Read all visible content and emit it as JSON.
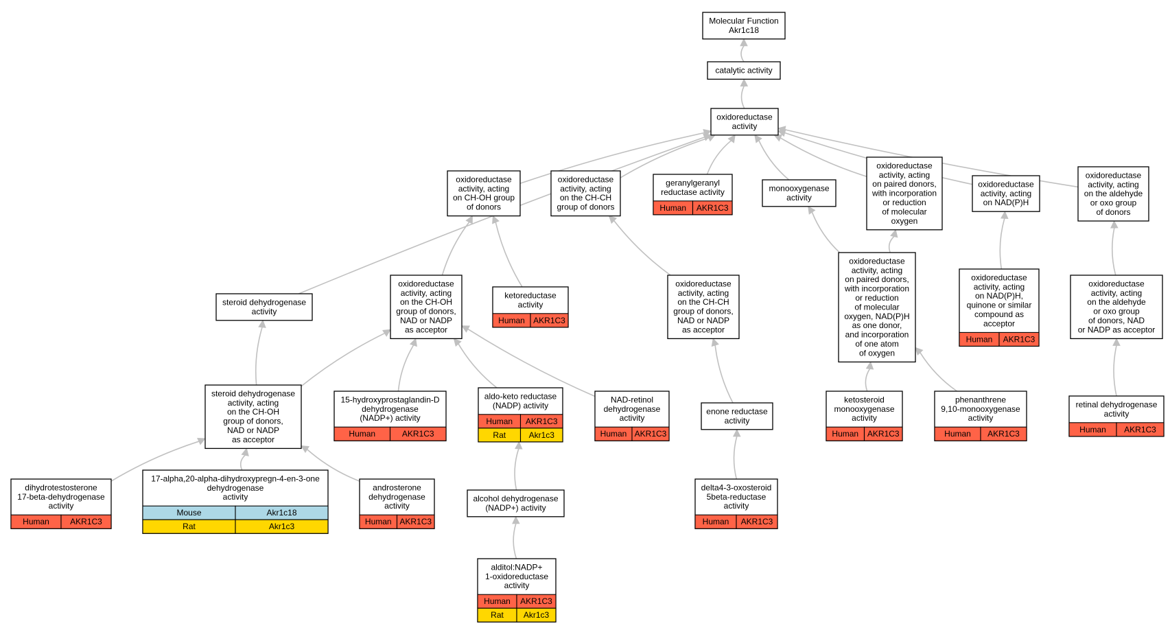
{
  "colors": {
    "Human": "#ff6347",
    "Rat": "#ffd700",
    "Mouse": "#add8e6",
    "edge": "#c0c0c0"
  },
  "nodes": {
    "root": {
      "lines": [
        "Molecular Function",
        "Akr1c18"
      ]
    },
    "catalytic": {
      "lines": [
        "catalytic activity"
      ]
    },
    "oxido": {
      "lines": [
        "oxidoreductase",
        "activity"
      ]
    },
    "choh": {
      "lines": [
        "oxidoreductase",
        "activity, acting",
        "on CH-OH group",
        "of donors"
      ]
    },
    "chch": {
      "lines": [
        "oxidoreductase",
        "activity, acting",
        "on the CH-CH",
        "group of donors"
      ]
    },
    "gg": {
      "lines": [
        "geranylgeranyl",
        "reductase activity"
      ],
      "species": [
        [
          "Human",
          "AKR1C3"
        ]
      ]
    },
    "mono": {
      "lines": [
        "monooxygenase",
        "activity"
      ]
    },
    "paired": {
      "lines": [
        "oxidoreductase",
        "activity, acting",
        "on paired donors,",
        "with incorporation",
        "or reduction",
        "of molecular",
        "oxygen"
      ]
    },
    "nadph": {
      "lines": [
        "oxidoreductase",
        "activity, acting",
        "on NAD(P)H"
      ]
    },
    "aldehyde": {
      "lines": [
        "oxidoreductase",
        "activity, acting",
        "on the aldehyde",
        "or oxo group",
        "of donors"
      ]
    },
    "steroid_dh": {
      "lines": [
        "steroid dehydrogenase",
        "activity"
      ]
    },
    "choh_nad": {
      "lines": [
        "oxidoreductase",
        "activity, acting",
        "on the CH-OH",
        "group of donors,",
        "NAD or NADP",
        "as acceptor"
      ]
    },
    "keto": {
      "lines": [
        "ketoreductase",
        "activity"
      ],
      "species": [
        [
          "Human",
          "AKR1C3"
        ]
      ]
    },
    "chch_nad": {
      "lines": [
        "oxidoreductase",
        "activity, acting",
        "on the CH-CH",
        "group of donors,",
        "NAD or NADP",
        "as acceptor"
      ]
    },
    "paired_nad": {
      "lines": [
        "oxidoreductase",
        "activity, acting",
        "on paired donors,",
        "with incorporation",
        "or reduction",
        "of molecular",
        "oxygen, NAD(P)H",
        "as one donor,",
        "and incorporation",
        "of one atom",
        "of oxygen"
      ]
    },
    "nadph_quin": {
      "lines": [
        "oxidoreductase",
        "activity, acting",
        "on NAD(P)H,",
        "quinone or similar",
        "compound as",
        "acceptor"
      ],
      "species": [
        [
          "Human",
          "AKR1C3"
        ]
      ]
    },
    "ald_nad": {
      "lines": [
        "oxidoreductase",
        "activity, acting",
        "on the aldehyde",
        "or oxo group",
        "of donors, NAD",
        "or NADP as acceptor"
      ]
    },
    "steroid_choh": {
      "lines": [
        "steroid dehydrogenase",
        "activity, acting",
        "on the CH-OH",
        "group of donors,",
        "NAD or NADP",
        "as acceptor"
      ]
    },
    "pgd": {
      "lines": [
        "15-hydroxyprostaglandin-D",
        "dehydrogenase",
        "(NADP+) activity"
      ],
      "species": [
        [
          "Human",
          "AKR1C3"
        ]
      ]
    },
    "akr": {
      "lines": [
        "aldo-keto reductase",
        "(NADP) activity"
      ],
      "species": [
        [
          "Human",
          "AKR1C3"
        ],
        [
          "Rat",
          "Akr1c3"
        ]
      ]
    },
    "retinol": {
      "lines": [
        "NAD-retinol",
        "dehydrogenase",
        "activity"
      ],
      "species": [
        [
          "Human",
          "AKR1C3"
        ]
      ]
    },
    "enone": {
      "lines": [
        "enone reductase",
        "activity"
      ]
    },
    "ketosteroid": {
      "lines": [
        "ketosteroid",
        "monooxygenase",
        "activity"
      ],
      "species": [
        [
          "Human",
          "AKR1C3"
        ]
      ]
    },
    "phen": {
      "lines": [
        "phenanthrene",
        "9,10-monooxygenase",
        "activity"
      ],
      "species": [
        [
          "Human",
          "AKR1C3"
        ]
      ]
    },
    "retinal": {
      "lines": [
        "retinal dehydrogenase",
        "activity"
      ],
      "species": [
        [
          "Human",
          "AKR1C3"
        ]
      ]
    },
    "dht": {
      "lines": [
        "dihydrotestosterone",
        "17-beta-dehydrogenase",
        "activity"
      ],
      "species": [
        [
          "Human",
          "AKR1C3"
        ]
      ]
    },
    "preg": {
      "lines": [
        "17-alpha,20-alpha-dihydroxypregn-4-en-3-one",
        "dehydrogenase",
        "activity"
      ],
      "species": [
        [
          "Mouse",
          "Akr1c18"
        ],
        [
          "Rat",
          "Akr1c3"
        ]
      ]
    },
    "andro": {
      "lines": [
        "androsterone",
        "dehydrogenase",
        "activity"
      ],
      "species": [
        [
          "Human",
          "AKR1C3"
        ]
      ]
    },
    "alcohol": {
      "lines": [
        "alcohol dehydrogenase",
        "(NADP+) activity"
      ]
    },
    "delta4": {
      "lines": [
        "delta4-3-oxosteroid",
        "5beta-reductase",
        "activity"
      ],
      "species": [
        [
          "Human",
          "AKR1C3"
        ]
      ]
    },
    "alditol": {
      "lines": [
        "alditol:NADP+",
        "1-oxidoreductase",
        "activity"
      ],
      "species": [
        [
          "Human",
          "AKR1C3"
        ],
        [
          "Rat",
          "Akr1c3"
        ]
      ]
    }
  },
  "edges": [
    [
      "catalytic",
      "root"
    ],
    [
      "oxido",
      "catalytic"
    ],
    [
      "choh",
      "oxido"
    ],
    [
      "chch",
      "oxido"
    ],
    [
      "gg",
      "oxido"
    ],
    [
      "mono",
      "oxido"
    ],
    [
      "paired",
      "oxido"
    ],
    [
      "nadph",
      "oxido"
    ],
    [
      "aldehyde",
      "oxido"
    ],
    [
      "steroid_dh",
      "oxido"
    ],
    [
      "choh_nad",
      "choh"
    ],
    [
      "keto",
      "choh"
    ],
    [
      "chch_nad",
      "chch"
    ],
    [
      "paired_nad",
      "mono"
    ],
    [
      "paired_nad",
      "paired"
    ],
    [
      "nadph_quin",
      "nadph"
    ],
    [
      "ald_nad",
      "aldehyde"
    ],
    [
      "steroid_choh",
      "steroid_dh"
    ],
    [
      "steroid_choh",
      "choh_nad"
    ],
    [
      "pgd",
      "choh_nad"
    ],
    [
      "akr",
      "choh_nad"
    ],
    [
      "retinol",
      "choh_nad"
    ],
    [
      "enone",
      "chch_nad"
    ],
    [
      "ketosteroid",
      "paired_nad"
    ],
    [
      "phen",
      "paired_nad"
    ],
    [
      "retinal",
      "ald_nad"
    ],
    [
      "dht",
      "steroid_choh"
    ],
    [
      "preg",
      "steroid_choh"
    ],
    [
      "andro",
      "steroid_choh"
    ],
    [
      "alcohol",
      "akr"
    ],
    [
      "delta4",
      "enone"
    ],
    [
      "alditol",
      "alcohol"
    ]
  ]
}
